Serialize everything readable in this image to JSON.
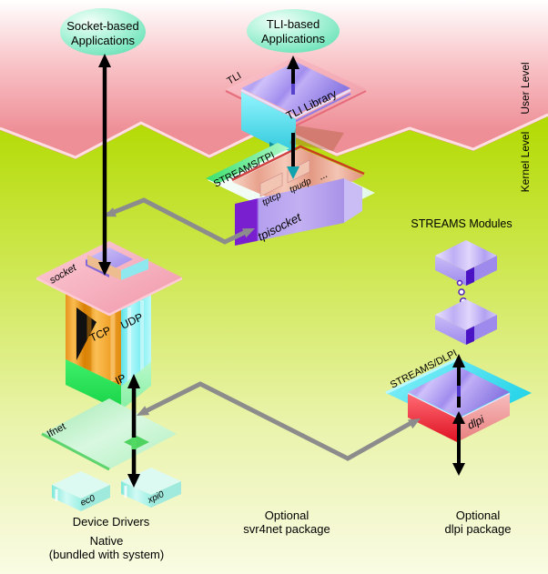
{
  "diagram": {
    "levels": {
      "user": "User Level",
      "kernel": "Kernel Level"
    },
    "apps": {
      "socket_line1": "Socket-based",
      "socket_line2": "Applications",
      "tli_line1": "TLI-based",
      "tli_line2": "Applications"
    },
    "tli_box": {
      "edge": "TLI",
      "library": "TLI Library"
    },
    "tpi_box": {
      "band": "STREAMS/TPI",
      "module1": "tptcp",
      "module2": "tpudp",
      "more": "...",
      "front": "tpisocket"
    },
    "socket_stack": {
      "slab": "socket",
      "tcp": "TCP",
      "udp": "UDP",
      "ip": "IP",
      "ifnet": "Ifnet"
    },
    "drivers": {
      "eth": "ec0",
      "xpi": "xpi0",
      "caption": "Device Drivers"
    },
    "native": {
      "line1": "Native",
      "line2": "(bundled with system)"
    },
    "streams_modules": {
      "title": "STREAMS Modules"
    },
    "dlpi_box": {
      "band": "STREAMS/DLPI",
      "front": "dlpi"
    },
    "captions": {
      "svr4net_line1": "Optional",
      "svr4net_line2": "svr4net package",
      "dlpi_line1": "Optional",
      "dlpi_line2": "dlpi package"
    },
    "colors": {
      "user_level": "#ee8e96",
      "kernel_level": "#bfe400",
      "app_ellipse": "#7de9c6",
      "lid_purple": "#a291ea",
      "cyan": "#3fe0f2",
      "tcp_orange": "#f5a62a",
      "ip_green": "#2fe35c",
      "dlpi_red": "#e51525",
      "connector": "#8c8c8c"
    }
  }
}
